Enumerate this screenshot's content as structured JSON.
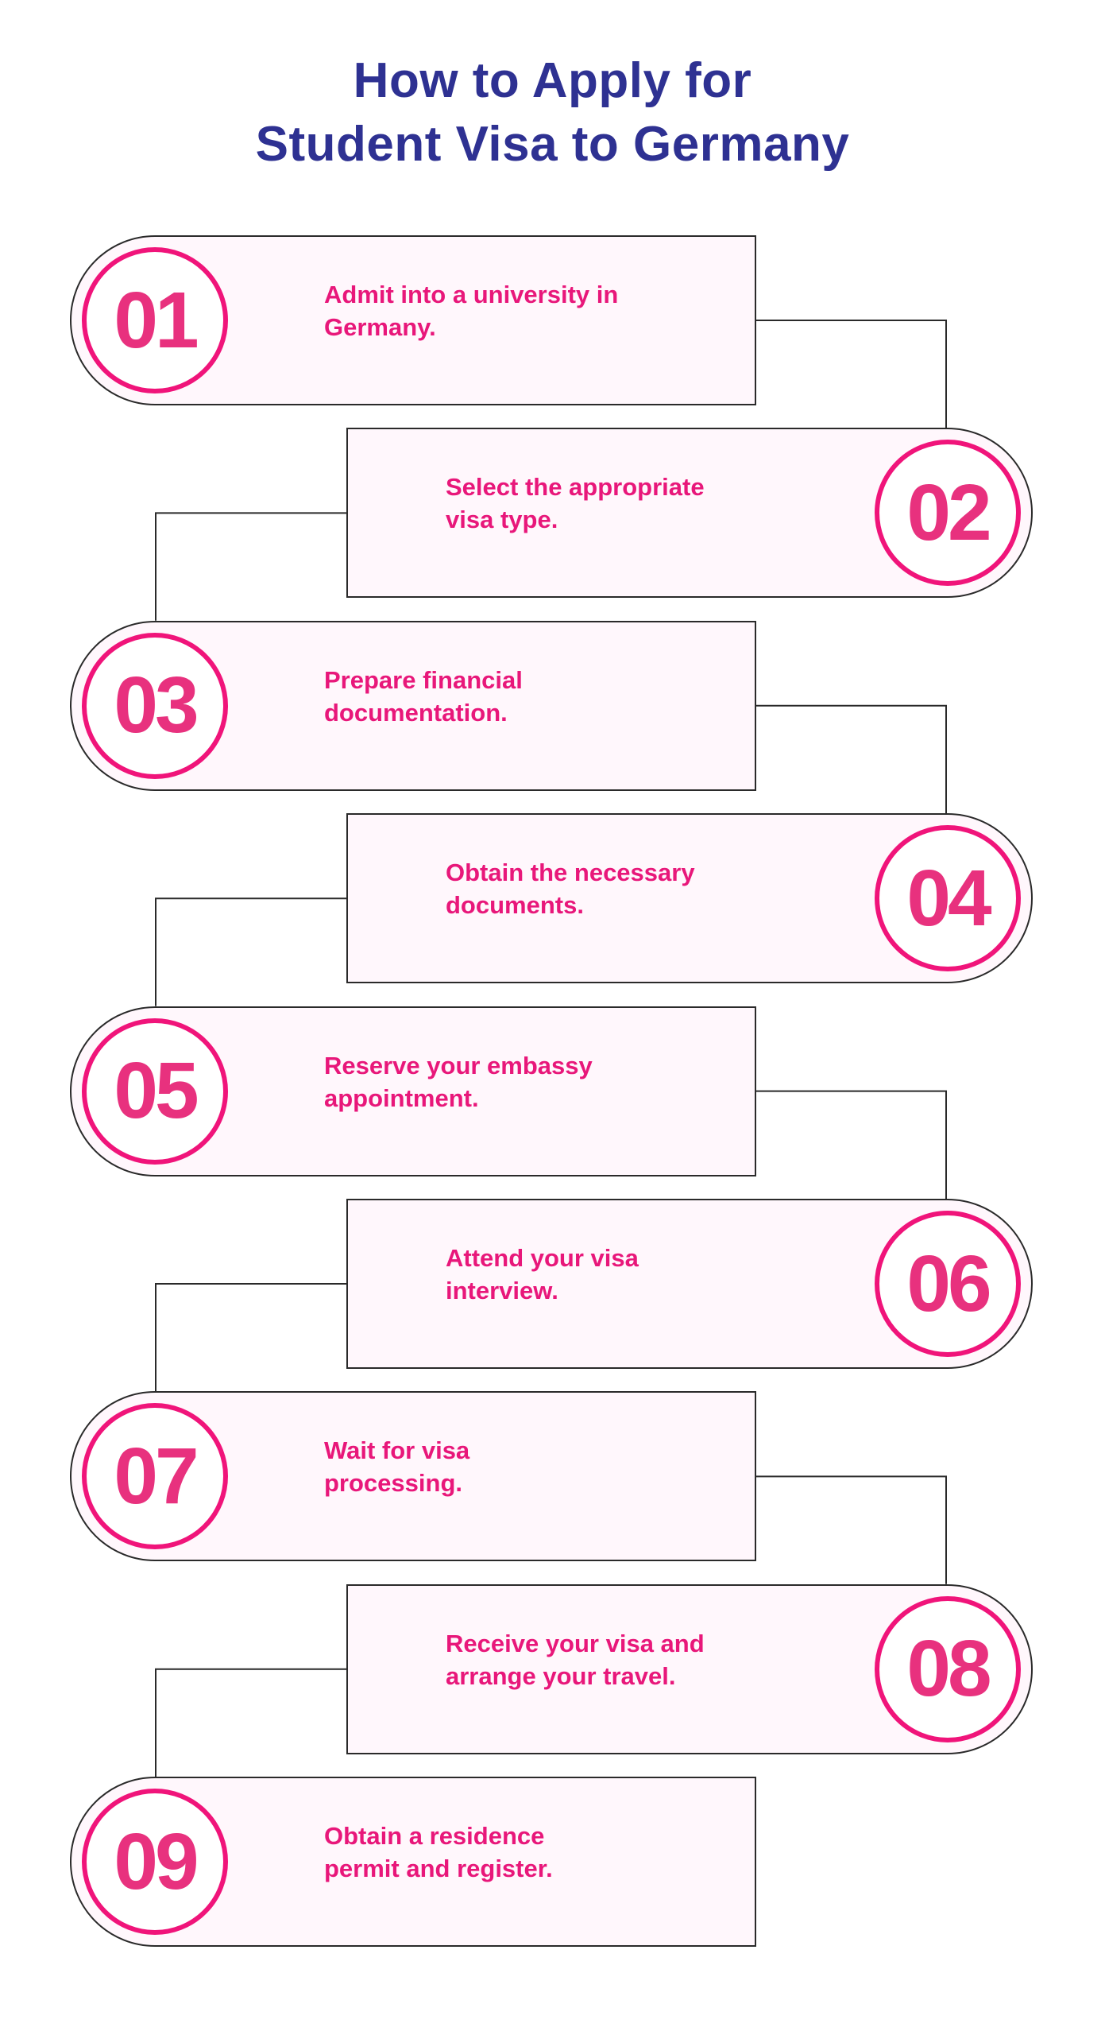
{
  "title": {
    "line1": "How to Apply for",
    "line2": "Student Visa to Germany"
  },
  "colors": {
    "title": "#2e3192",
    "accent": "#f0147a",
    "card_fill": "#fff7fc",
    "connector": "#2a2a2a"
  },
  "steps": [
    {
      "number": "01",
      "line1": "Admit into a university in",
      "line2": "Germany."
    },
    {
      "number": "02",
      "line1": "Select the appropriate",
      "line2": "visa type."
    },
    {
      "number": "03",
      "line1": "Prepare financial",
      "line2": "documentation."
    },
    {
      "number": "04",
      "line1": "Obtain the necessary",
      "line2": "documents."
    },
    {
      "number": "05",
      "line1": "Reserve your embassy",
      "line2": "appointment."
    },
    {
      "number": "06",
      "line1": "Attend your visa",
      "line2": "interview."
    },
    {
      "number": "07",
      "line1": "Wait for visa",
      "line2": "processing."
    },
    {
      "number": "08",
      "line1": "Receive your visa and",
      "line2": "arrange your travel."
    },
    {
      "number": "09",
      "line1": "Obtain a residence",
      "line2": "permit and register."
    }
  ]
}
